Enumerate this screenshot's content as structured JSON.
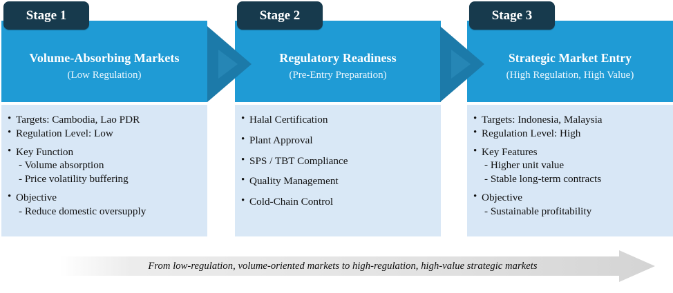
{
  "diagram": {
    "title_caption": "From low-regulation, volume-oriented markets to high-regulation, high-value strategic markets",
    "colors": {
      "header_blue": "#1f9bd5",
      "tag_navy": "#173a4d",
      "body_blue": "#d8e7f6",
      "arrow_blue": "#1b7aa8",
      "caption_gray": "#dcdcdc"
    },
    "stages": [
      {
        "tag": "Stage 1",
        "title": "Volume-Absorbing Markets",
        "subtitle": "(Low Regulation)",
        "items": [
          {
            "type": "bullet",
            "text": "Targets: Cambodia, Lao PDR"
          },
          {
            "type": "bullet",
            "text": "Regulation Level: Low"
          },
          {
            "type": "bullet-gap",
            "text": "Key Function"
          },
          {
            "type": "sub",
            "text": "- Volume absorption"
          },
          {
            "type": "sub",
            "text": "- Price volatility buffering"
          },
          {
            "type": "bullet-gap",
            "text": "Objective"
          },
          {
            "type": "sub",
            "text": "- Reduce domestic oversupply"
          }
        ]
      },
      {
        "tag": "Stage 2",
        "title": "Regulatory Readiness",
        "subtitle": "(Pre-Entry Preparation)",
        "items": [
          {
            "type": "bullet-loose",
            "text": "Halal Certification"
          },
          {
            "type": "bullet-loose",
            "text": "Plant Approval"
          },
          {
            "type": "bullet-loose",
            "text": "SPS / TBT Compliance"
          },
          {
            "type": "bullet-loose",
            "text": "Quality Management"
          },
          {
            "type": "bullet-loose",
            "text": "Cold-Chain Control"
          }
        ]
      },
      {
        "tag": "Stage 3",
        "title": "Strategic Market Entry",
        "subtitle": "(High Regulation, High Value)",
        "items": [
          {
            "type": "bullet",
            "text": "Targets: Indonesia, Malaysia"
          },
          {
            "type": "bullet",
            "text": "Regulation Level: High"
          },
          {
            "type": "bullet-gap",
            "text": "Key Features"
          },
          {
            "type": "sub",
            "text": "- Higher unit value"
          },
          {
            "type": "sub",
            "text": "- Stable long-term contracts"
          },
          {
            "type": "bullet-gap",
            "text": "Objective"
          },
          {
            "type": "sub",
            "text": "- Sustainable profitability"
          }
        ]
      }
    ],
    "connectors": [
      {
        "name": "connector-stage1-to-stage2"
      },
      {
        "name": "connector-stage2-to-stage3"
      }
    ]
  }
}
